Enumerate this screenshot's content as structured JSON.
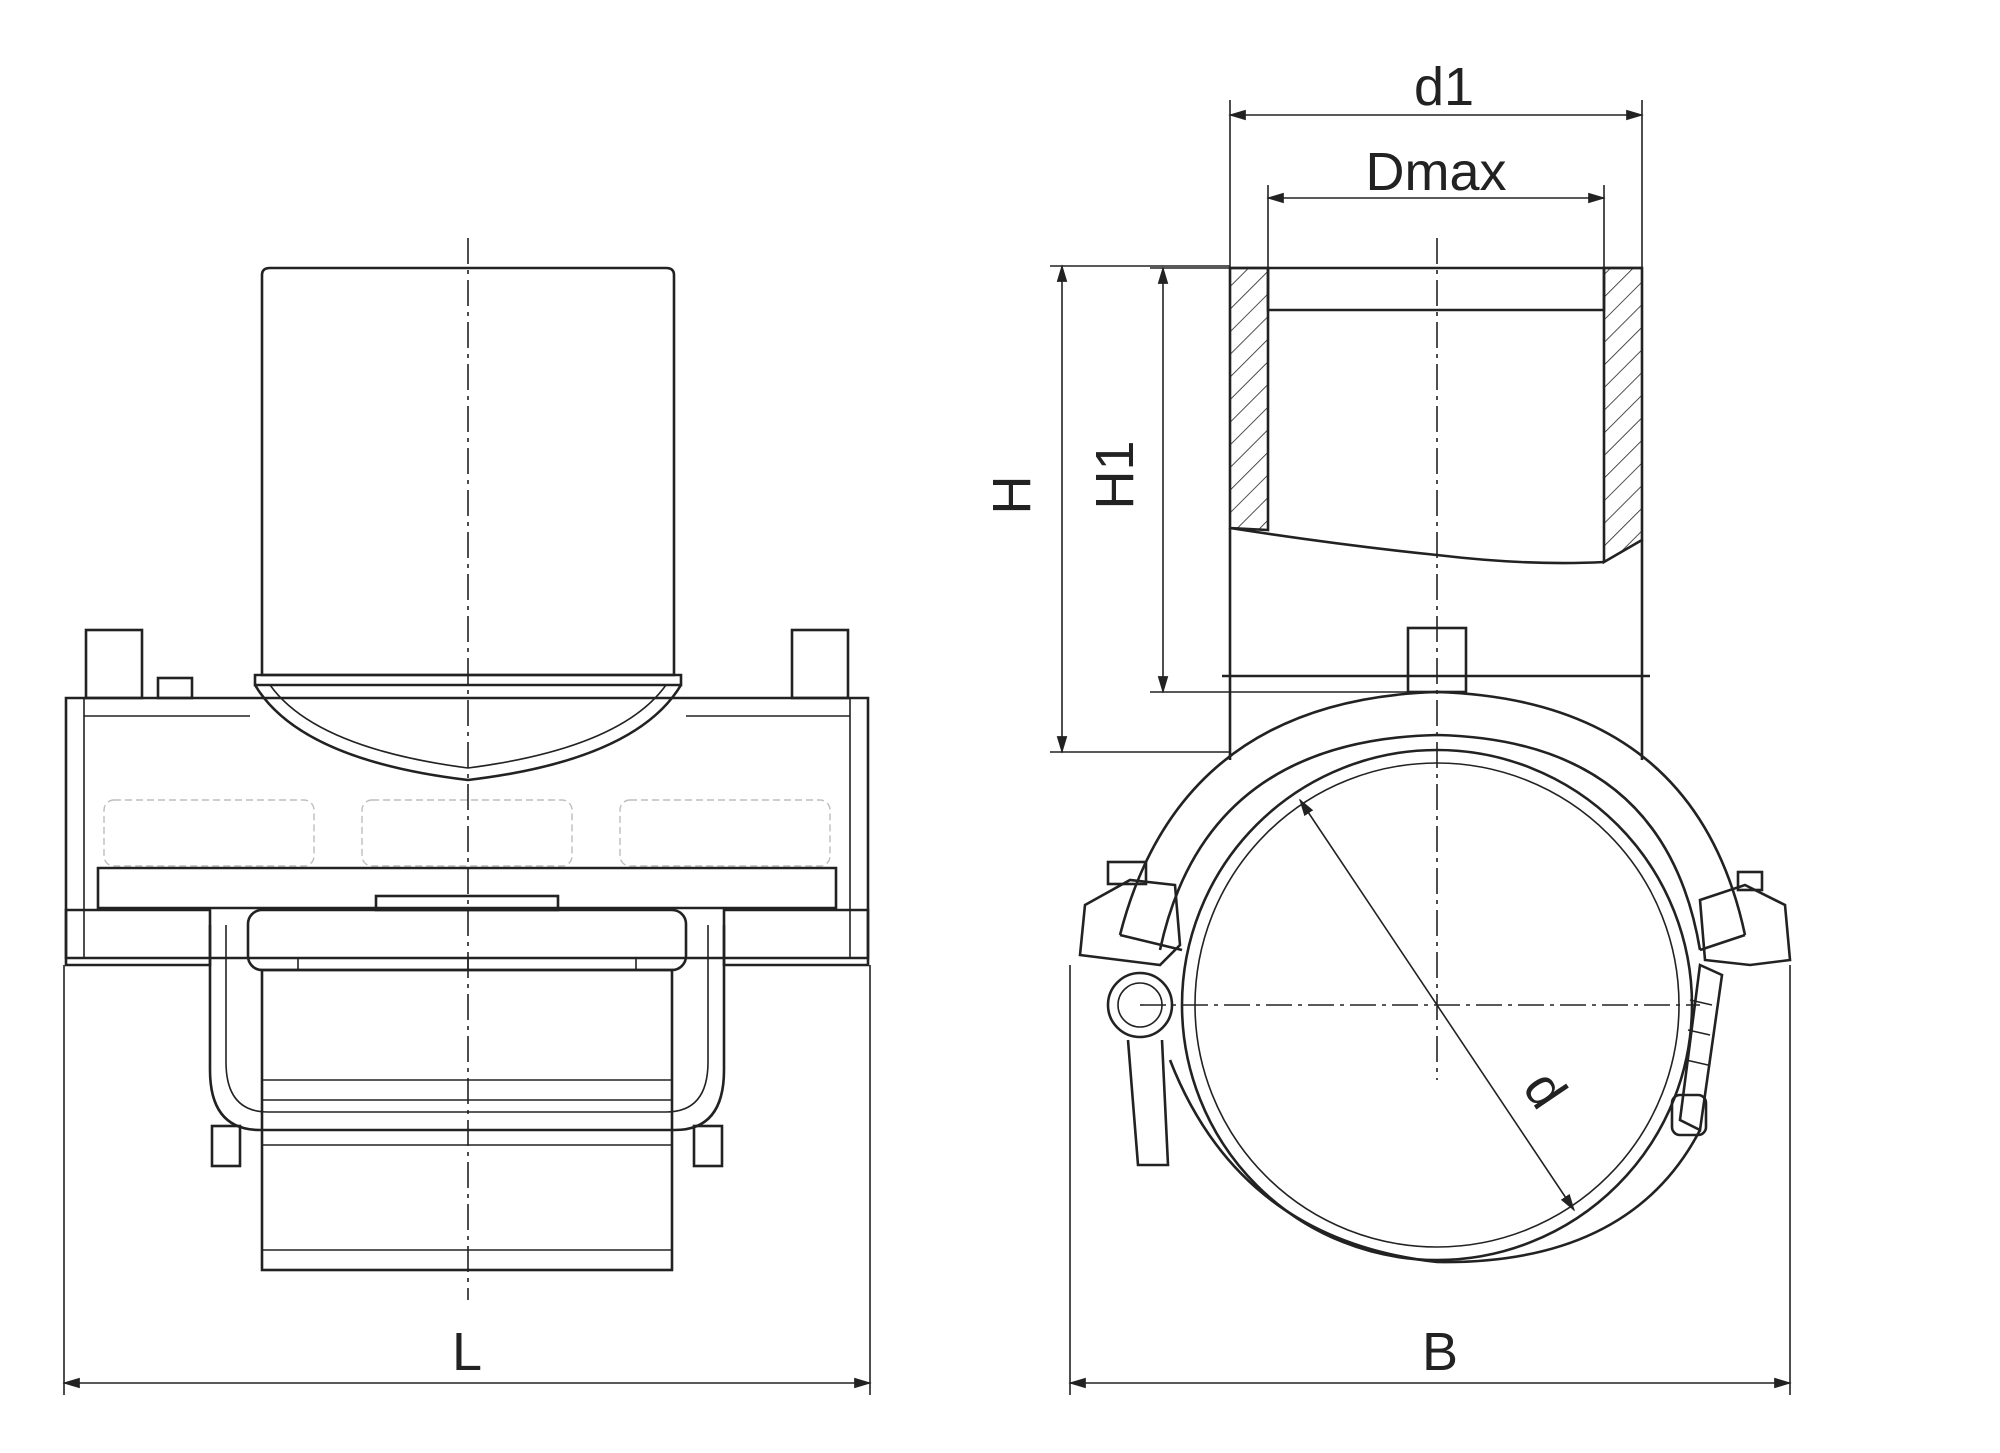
{
  "labels": {
    "d1": "d1",
    "dmax": "Dmax",
    "h": "H",
    "h1": "H1",
    "l": "L",
    "b": "B",
    "d": "d"
  }
}
